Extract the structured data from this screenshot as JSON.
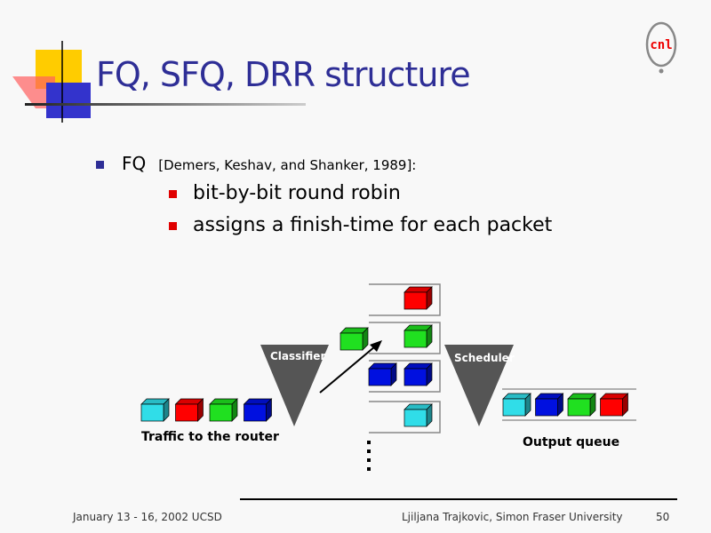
{
  "title": "FQ, SFQ, DRR structure",
  "logo_text": "cnl",
  "bullet": {
    "label": "FQ",
    "citation": "[Demers, Keshav, and Shanker, 1989]:",
    "sub": [
      "bit-by-bit round robin",
      "assigns a finish-time for each packet"
    ]
  },
  "diagram": {
    "classifier_label": "Classifier",
    "scheduler_label": "Scheduler",
    "traffic_label": "Traffic to the router",
    "output_label": "Output queue",
    "colors": {
      "cyan": "#30dde8",
      "red": "#ff0000",
      "green": "#20e020",
      "blue": "#0010e0"
    },
    "incoming": [
      "cyan",
      "red",
      "green",
      "blue"
    ],
    "queues": [
      [
        "red"
      ],
      [
        "green"
      ],
      [
        "blue",
        "blue"
      ],
      [
        "cyan"
      ]
    ],
    "arriving": "green",
    "output": [
      "cyan",
      "blue",
      "green",
      "red"
    ]
  },
  "footer": {
    "date": "January 13 - 16, 2002 UCSD",
    "author": "Ljiljana Trajkovic, Simon Fraser University",
    "page": "50"
  }
}
